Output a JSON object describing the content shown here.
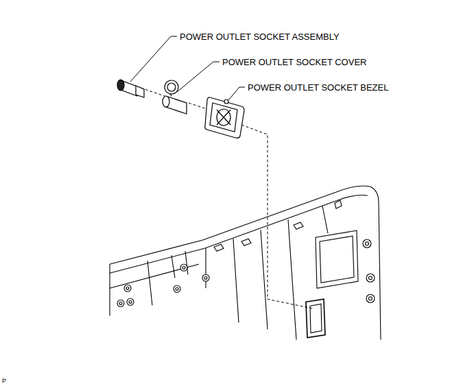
{
  "diagram": {
    "labels": [
      "POWER OUTLET SOCKET ASSEMBLY",
      "POWER OUTLET SOCKET COVER",
      "POWER OUTLET SOCKET BEZEL",
      "P"
    ]
  }
}
